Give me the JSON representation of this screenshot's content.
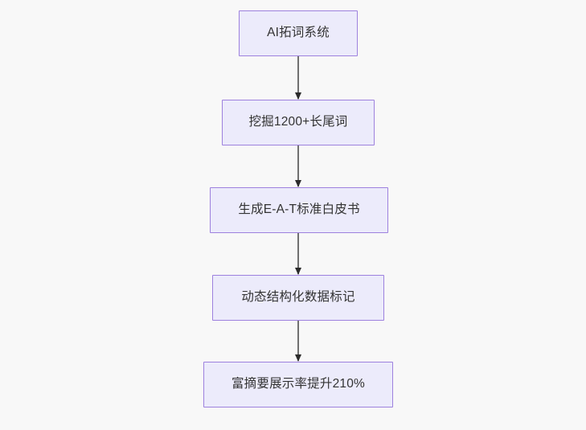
{
  "diagram": {
    "type": "flowchart",
    "direction": "top-down",
    "background_color": "#f8f8f8",
    "node_fill_color": "#ecebfb",
    "node_border_color": "#9d81de",
    "node_text_color": "#333333",
    "edge_color": "#707070",
    "arrowhead_color": "#2b2b2b",
    "nodes": [
      {
        "id": "n1",
        "label": "AI拓词系统"
      },
      {
        "id": "n2",
        "label": "挖掘1200+长尾词"
      },
      {
        "id": "n3",
        "label": "生成E-A-T标准白皮书"
      },
      {
        "id": "n4",
        "label": "动态结构化数据标记"
      },
      {
        "id": "n5",
        "label": "富摘要展示率提升210%"
      }
    ],
    "edges": [
      {
        "from": "n1",
        "to": "n2",
        "label": ""
      },
      {
        "from": "n2",
        "to": "n3",
        "label": ""
      },
      {
        "from": "n3",
        "to": "n4",
        "label": ""
      },
      {
        "from": "n4",
        "to": "n5",
        "label": ""
      }
    ]
  }
}
